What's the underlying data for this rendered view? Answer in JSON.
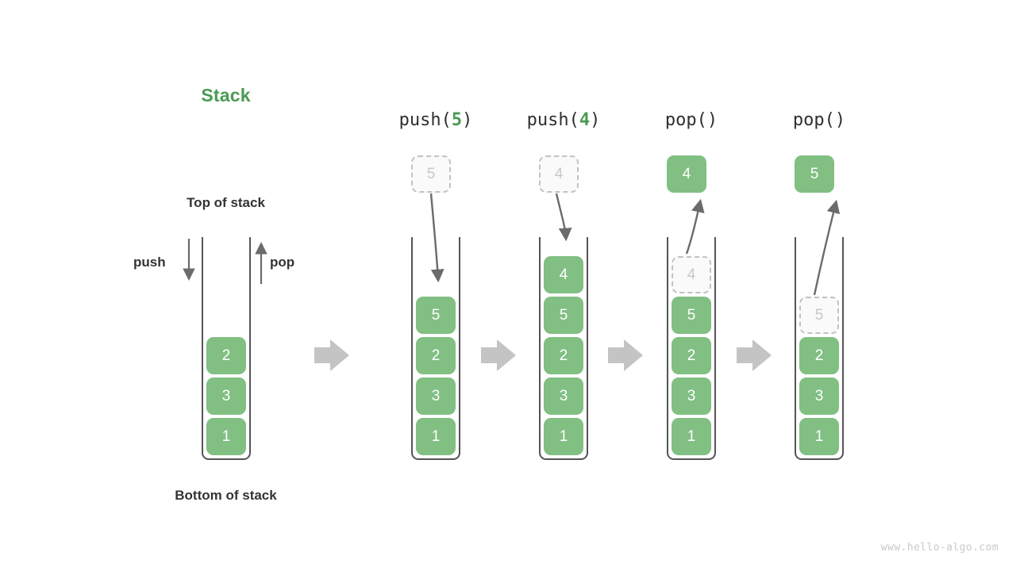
{
  "diagram": {
    "title": "Stack",
    "title_color": "#4a9a52",
    "element_color": "#81bf82",
    "ghost_color": "#c8c8c8",
    "arrow_color": "#c4c4c4",
    "labels": {
      "top_of_stack": "Top of stack",
      "bottom_of_stack": "Bottom of stack",
      "push": "push",
      "pop": "pop"
    },
    "watermark": "www.hello-algo.com",
    "flow_arrow": "step-arrow-right"
  },
  "columns": [
    {
      "id": "initial",
      "heading_prefix": "",
      "heading_arg": "",
      "heading_suffix": "",
      "stack": [
        "1",
        "3",
        "2"
      ],
      "ghost_index": -1,
      "float_box": null
    },
    {
      "id": "push-5",
      "heading_prefix": "push(",
      "heading_arg": "5",
      "heading_suffix": ")",
      "stack": [
        "1",
        "3",
        "2",
        "5"
      ],
      "ghost_index": -1,
      "float_box": {
        "value": "5",
        "style": "ghost",
        "motion": "down-into-stack"
      }
    },
    {
      "id": "push-4",
      "heading_prefix": "push(",
      "heading_arg": "4",
      "heading_suffix": ")",
      "stack": [
        "1",
        "3",
        "2",
        "5",
        "4"
      ],
      "ghost_index": -1,
      "float_box": {
        "value": "4",
        "style": "ghost",
        "motion": "down-into-stack"
      }
    },
    {
      "id": "pop-1",
      "heading_prefix": "pop(",
      "heading_arg": "",
      "heading_suffix": ")",
      "stack": [
        "1",
        "3",
        "2",
        "5",
        "4"
      ],
      "ghost_index": 4,
      "float_box": {
        "value": "4",
        "style": "solid",
        "motion": "up-out-of-stack"
      }
    },
    {
      "id": "pop-2",
      "heading_prefix": "pop(",
      "heading_arg": "",
      "heading_suffix": ")",
      "stack": [
        "1",
        "3",
        "2",
        "5"
      ],
      "ghost_index": 3,
      "float_box": {
        "value": "5",
        "style": "solid",
        "motion": "up-out-of-stack"
      }
    }
  ]
}
